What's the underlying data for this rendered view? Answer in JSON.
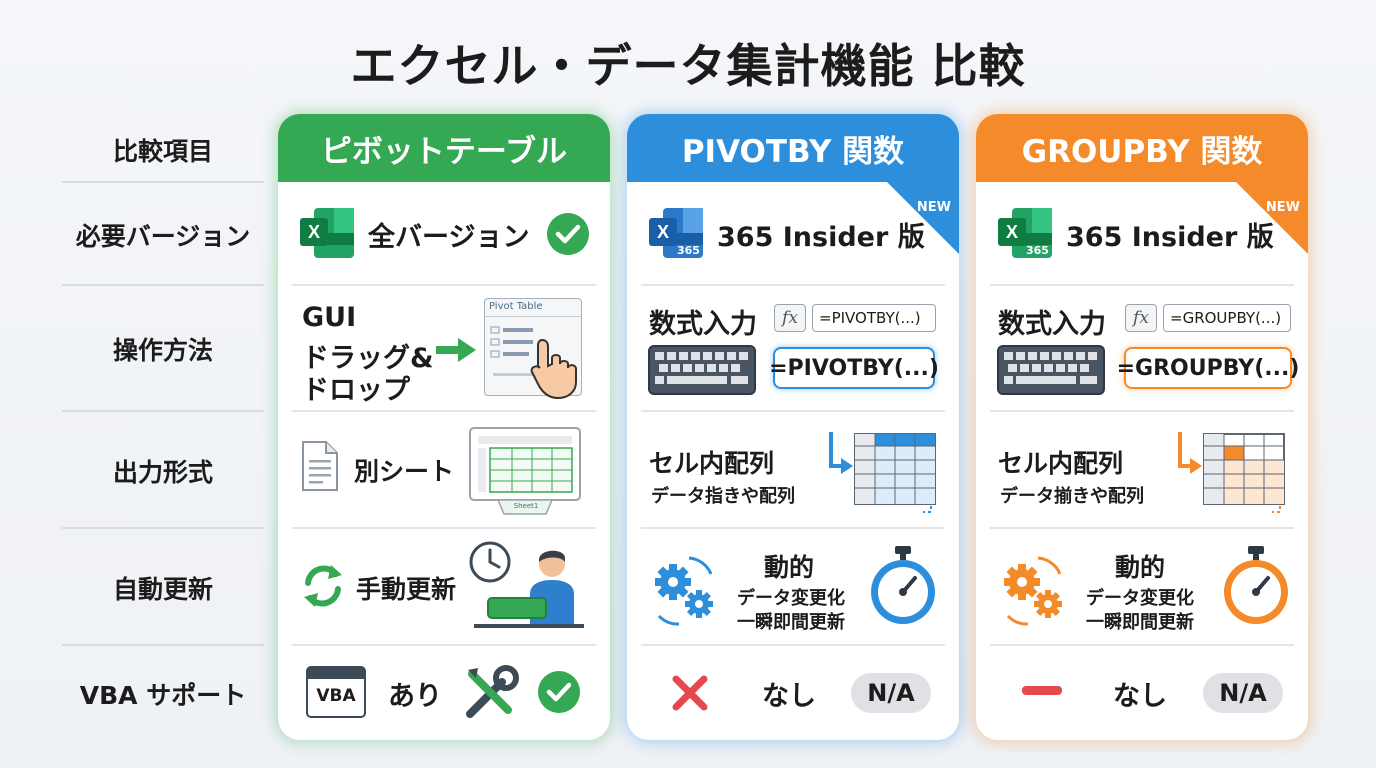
{
  "title": "エクセル・データ集計機能 比較",
  "row_labels": [
    "比較項目",
    "必要バージョン",
    "操作方法",
    "出力形式",
    "自動更新",
    "VBA サポート"
  ],
  "colors": {
    "green": "#35a853",
    "blue": "#2d8edc",
    "orange": "#f48a2a",
    "red": "#e5484d"
  },
  "pivot": {
    "header": "ピボットテーブル",
    "version": "全バージョン",
    "op_line1": "GUI",
    "op_line2": "ドラッグ&",
    "op_line3": "ドロップ",
    "window_title": "Pivot Table",
    "output": "別シート",
    "sheet_tab": "Sheet1",
    "update": "手動更新",
    "vba_icon_text": "VBA",
    "vba": "あり"
  },
  "pivotby": {
    "header": "PIVOTBY 関数",
    "new_badge": "NEW",
    "app_badge": "365",
    "version": "365 Insider 版",
    "op": "数式入力",
    "fx": "fx",
    "formula_small": "=PIVOTBY(...)",
    "formula_big": "=PIVOTBY(...)",
    "output_title": "セル内配列",
    "output_sub": "データ指きや配列",
    "update_title": "動的",
    "update_sub1": "データ変更化",
    "update_sub2": "一瞬即間更新",
    "vba": "なし",
    "vba_pill": "N/A"
  },
  "groupby": {
    "header": "GROUPBY 関数",
    "new_badge": "NEW",
    "app_badge": "365",
    "version": "365 Insider 版",
    "op": "数式入力",
    "fx": "fx",
    "formula_small": "=GROUPBY(...)",
    "formula_big": "=GROUPBY(...)",
    "output_title": "セル内配列",
    "output_sub": "データ揃きや配列",
    "update_title": "動的",
    "update_sub1": "データ変更化",
    "update_sub2": "一瞬即間更新",
    "vba": "なし",
    "vba_pill": "N/A"
  },
  "icons": [
    "excel-icon",
    "check-icon",
    "cursor-hand-icon",
    "document-icon",
    "spreadsheet-icon",
    "sync-icon",
    "clock-icon",
    "person-icon",
    "vba-window-icon",
    "tools-icon",
    "fx-icon",
    "keyboard-icon",
    "array-table-icon",
    "gears-icon",
    "stopwatch-icon",
    "cross-icon",
    "dash-icon"
  ]
}
